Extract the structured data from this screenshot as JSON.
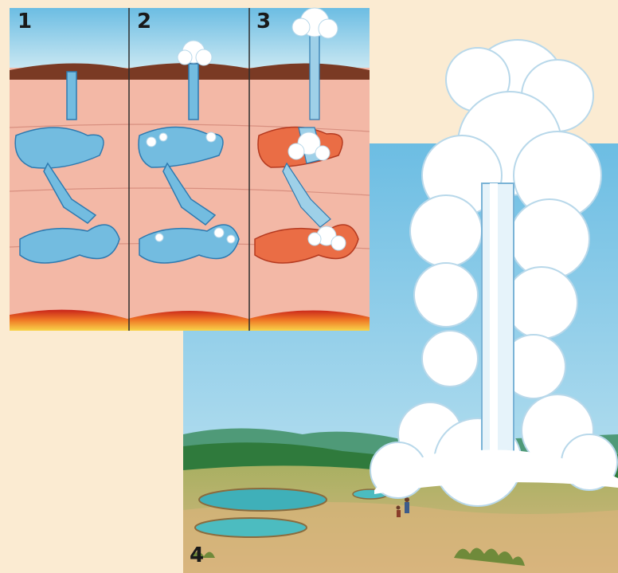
{
  "panels": [
    {
      "number": "1",
      "state": "cavities filled with water"
    },
    {
      "number": "2",
      "state": "water begins to boil, steam rises"
    },
    {
      "number": "3",
      "state": "eruption column, cavities emptying"
    },
    {
      "number": "4",
      "state": "geyser erupting in landscape"
    }
  ],
  "colors": {
    "background": "#fbebd2",
    "sky": "#8ecde6",
    "rock": "#f2b6a4",
    "water": "#6fb9dc",
    "magma": "#e8452a",
    "steam": "#ffffff",
    "ground": "#c9a86a"
  }
}
